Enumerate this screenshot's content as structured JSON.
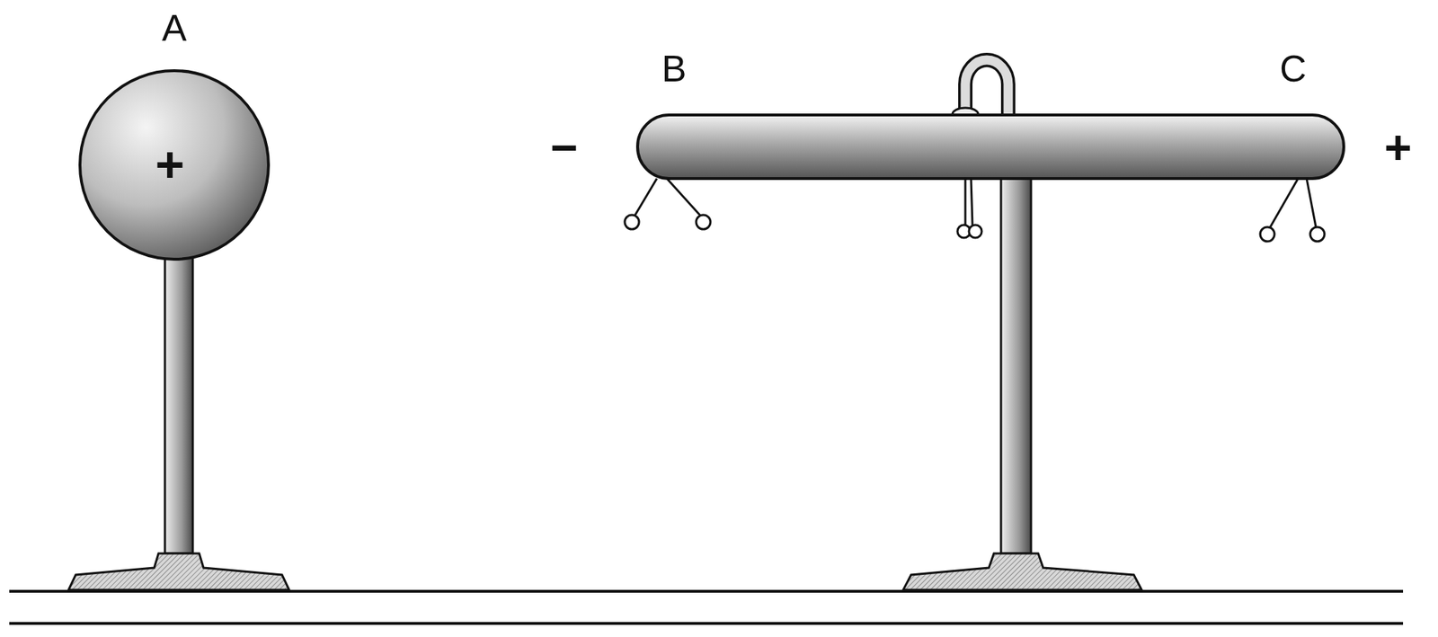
{
  "diagram": {
    "nodes": [
      {
        "text": [
          "A",
          "+"
        ]
      }
    ],
    "labels": [
      "B",
      "C",
      "−",
      "+"
    ]
  }
}
